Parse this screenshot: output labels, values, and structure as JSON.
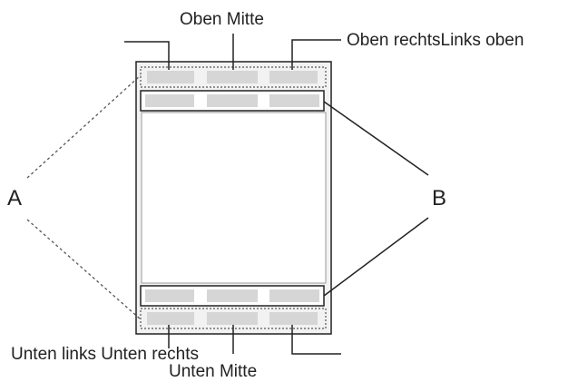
{
  "labels": {
    "top_center": "Oben Mitte",
    "top_right": "Oben rechtsLinks oben",
    "left_marker": "A",
    "right_marker": "B",
    "bottom_left": "Unten links Unten rechts",
    "bottom_center": "Unten Mitte"
  },
  "colors": {
    "line": "#222222",
    "dotted": "#555555",
    "block_fill": "#d6d6d6",
    "page_fill": "#f2f2f2"
  }
}
